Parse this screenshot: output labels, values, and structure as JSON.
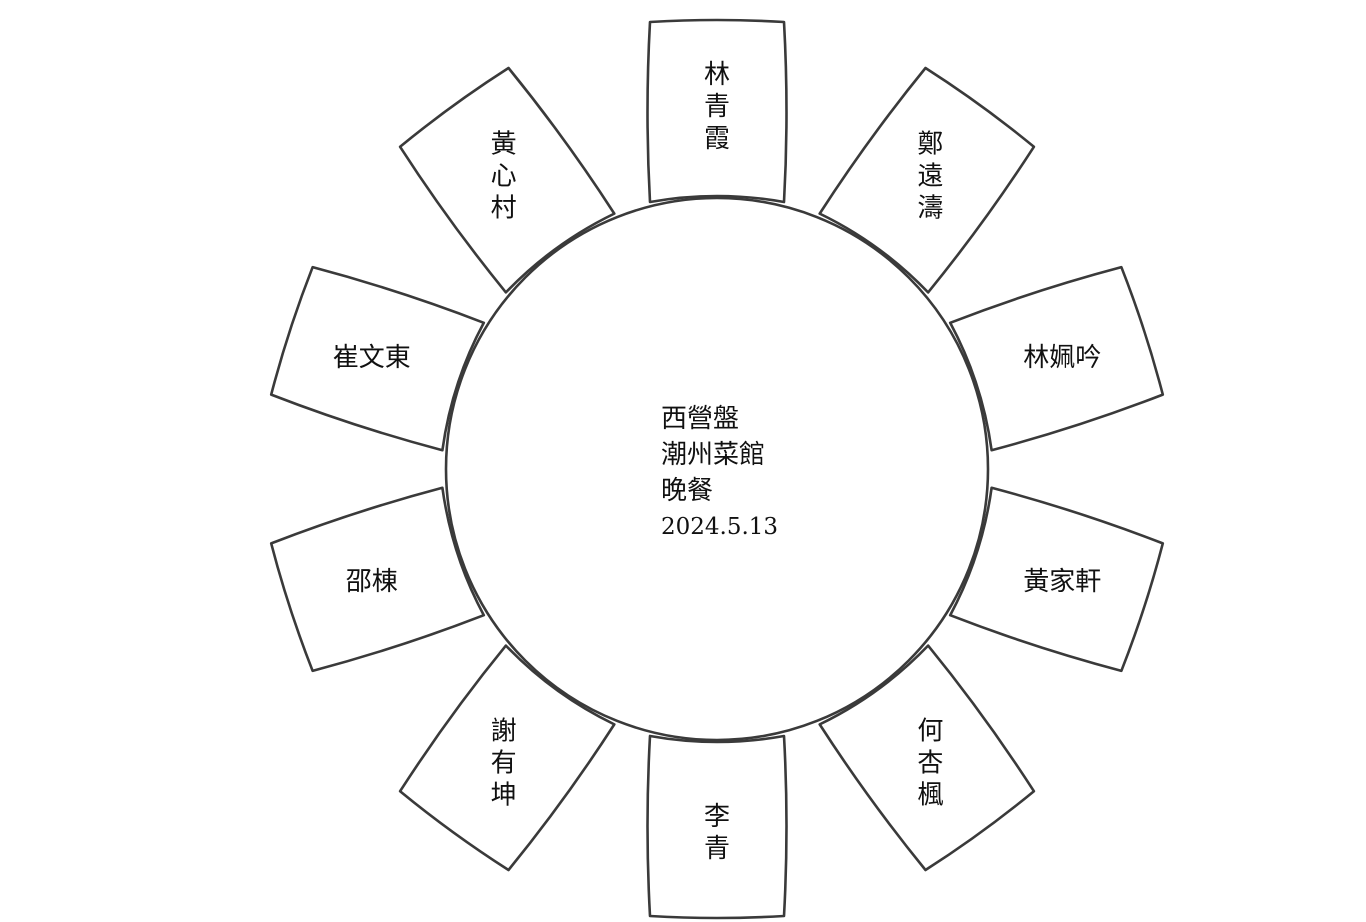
{
  "table": {
    "venue": "西營盤",
    "restaurant": "潮州菜館",
    "meal": "晚餐",
    "date": "2024.5.13"
  },
  "seats": [
    {
      "name": "林青霞",
      "layout": "vertical"
    },
    {
      "name": "鄭遠濤",
      "layout": "vertical"
    },
    {
      "name": "林姵吟",
      "layout": "horizontal"
    },
    {
      "name": "黃家軒",
      "layout": "horizontal"
    },
    {
      "name": "何杏楓",
      "layout": "vertical"
    },
    {
      "name": "李青",
      "layout": "vertical"
    },
    {
      "name": "謝有坤",
      "layout": "vertical"
    },
    {
      "name": "邵棟",
      "layout": "horizontal"
    },
    {
      "name": "崔文東",
      "layout": "horizontal"
    },
    {
      "name": "黃心村",
      "layout": "vertical"
    }
  ]
}
